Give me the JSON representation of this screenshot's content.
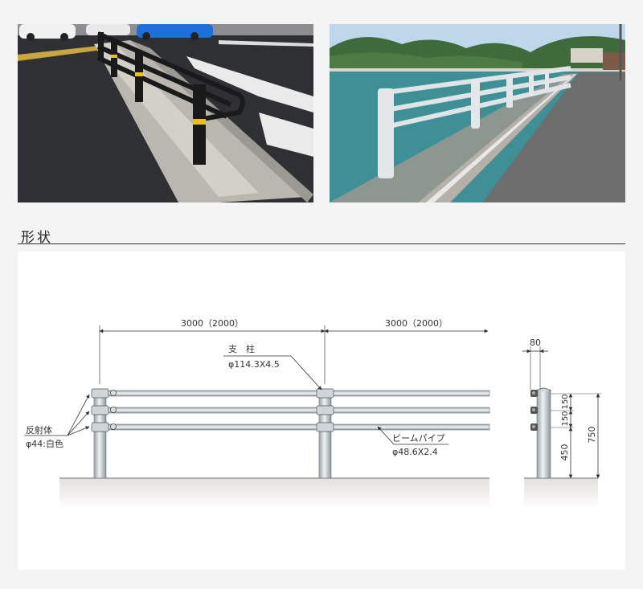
{
  "section": {
    "title": "形状"
  },
  "photos": {
    "left": {
      "subject": "black guard rail with yellow bands at road corner"
    },
    "right": {
      "subject": "white guard rail along seaside road"
    }
  },
  "diagram": {
    "span_left": "3000（2000）",
    "span_right": "3000（2000）",
    "post_label": "支　柱",
    "post_spec": "φ114.3X4.5",
    "reflector_label": "反射体",
    "reflector_spec": "φ44:白色",
    "beam_label": "ビームパイプ",
    "beam_spec": "φ48.6X2.4",
    "side_width": "80",
    "side_h_150a": "150",
    "side_h_150b": "150",
    "side_h_450": "450",
    "side_h_750": "750"
  },
  "colors": {
    "rail_black": "#1a1a1a",
    "rail_yellow": "#e8c21a",
    "rail_white": "#dfe4e6",
    "sea": "#3e8f96",
    "asphalt": "#2f3033"
  }
}
